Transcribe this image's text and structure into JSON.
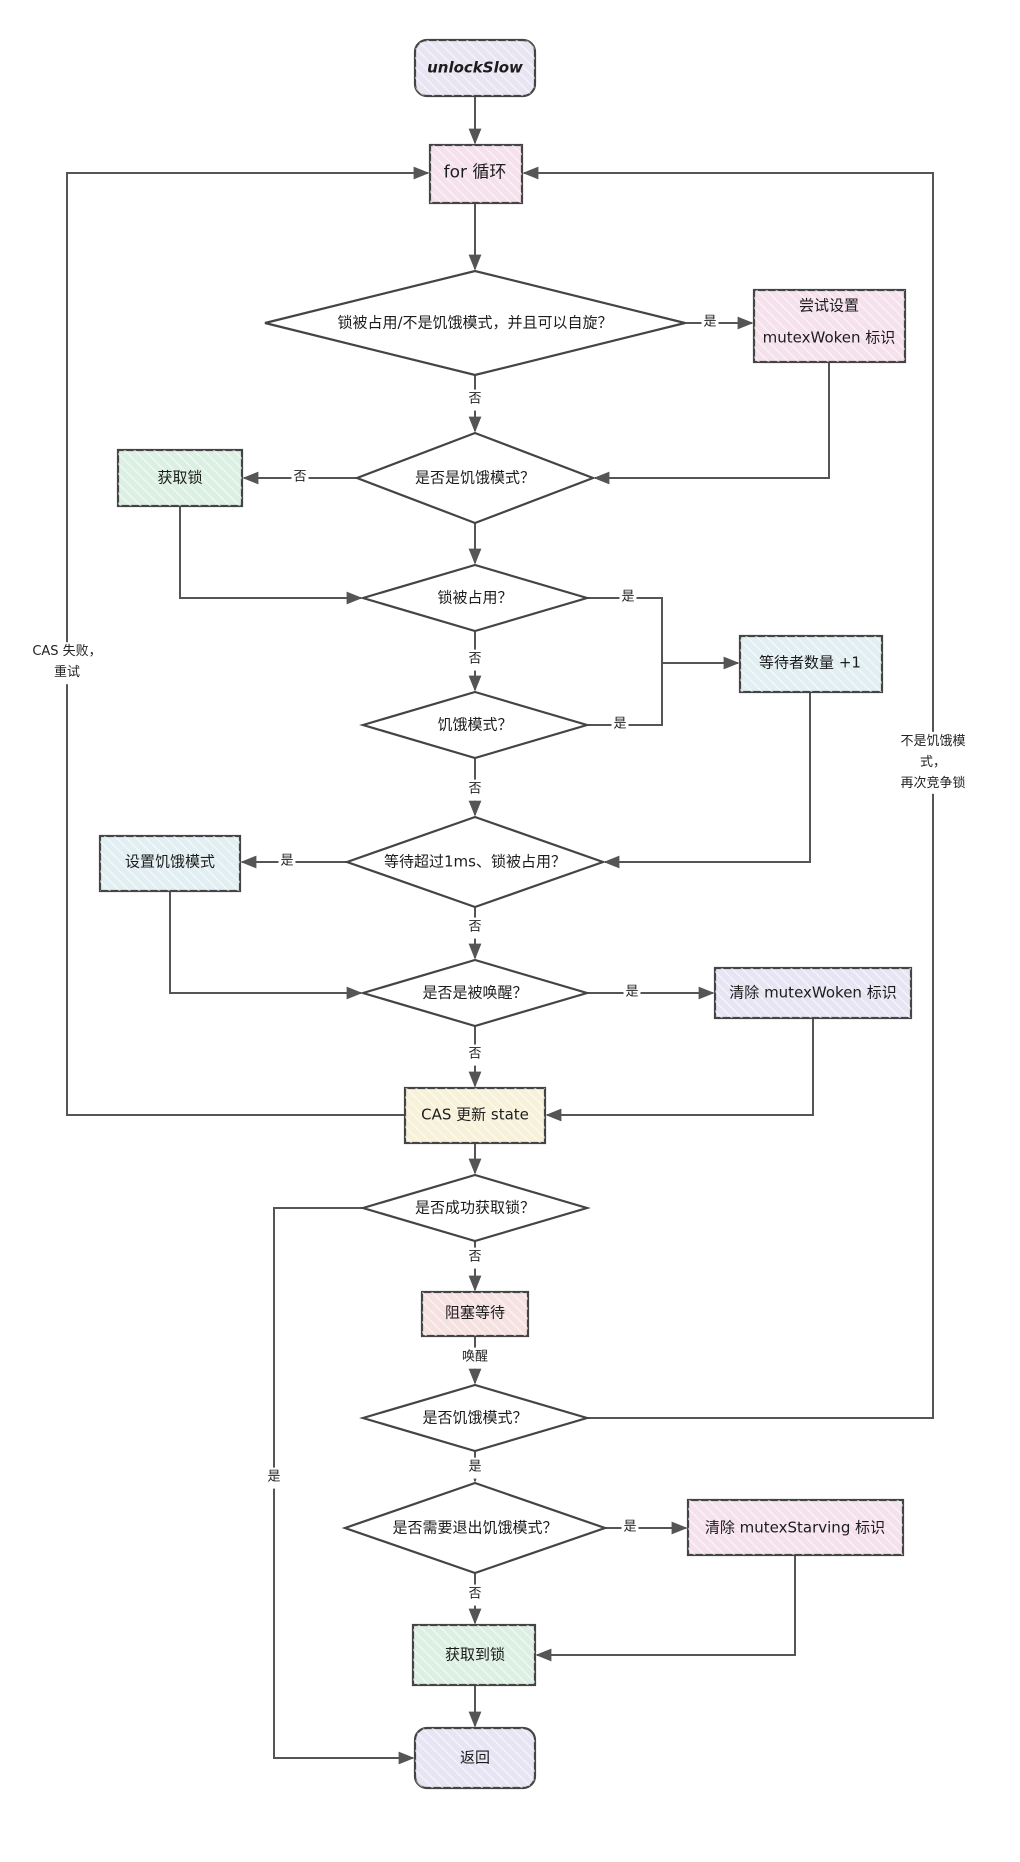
{
  "title": "unlockSlow",
  "colors": {
    "stroke": "#444444",
    "purple": "#e8e4f2",
    "pink": "#f5e1ec",
    "green": "#dcefe3",
    "blue": "#e2eff2",
    "yellow": "#f7f1d9",
    "rose": "#f6e1e1",
    "lavender": "#e7e4f3"
  },
  "nodes": {
    "start": "unlockSlow",
    "loop": "for 循环",
    "d_spin": "锁被占用/不是饥饿模式，并且可以自旋？",
    "set_woken_1": "尝试设置",
    "set_woken_2": "mutexWoken 标识",
    "d_starving": "是否是饥饿模式？",
    "acquire": "获取锁",
    "d_locked": "锁被占用？",
    "d_starving2": "饥饿模式？",
    "waiter": "等待者数量 +1",
    "d_timeout": "等待超过1ms、锁被占用？",
    "set_starving": "设置饥饿模式",
    "d_woken": "是否是被唤醒？",
    "clear_woken": "清除 mutexWoken 标识",
    "cas": "CAS 更新 state",
    "d_success": "是否成功获取锁？",
    "block": "阻塞等待",
    "d_starving3": "是否饥饿模式？",
    "d_exit": "是否需要退出饥饿模式？",
    "clear_starving": "清除 mutexStarving 标识",
    "got_lock": "获取到锁",
    "return": "返回"
  },
  "edge_labels": {
    "yes": "是",
    "no": "否",
    "wake": "唤醒",
    "cas_fail": "CAS 失败，\n重试",
    "not_starving": "不是饥饿模式，\n再次竞争锁"
  }
}
